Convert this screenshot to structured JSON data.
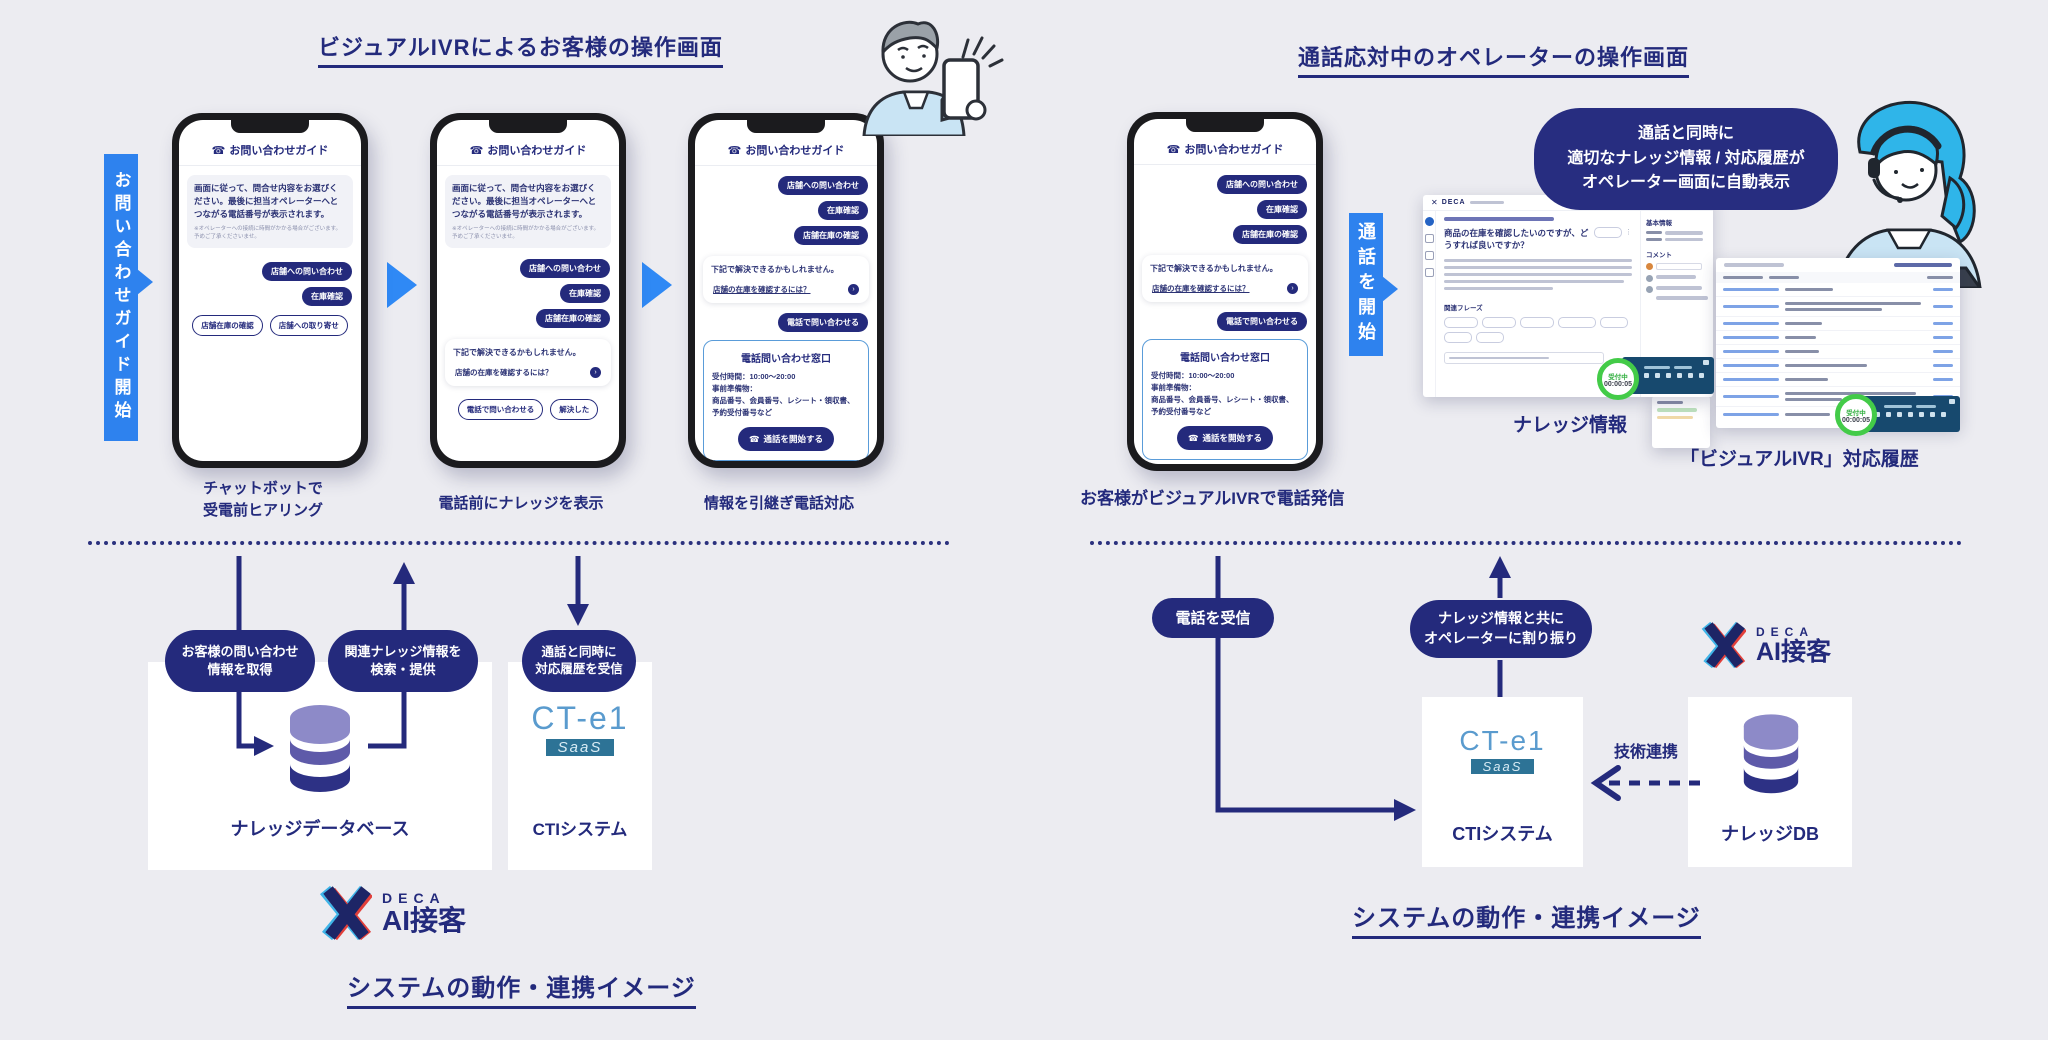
{
  "colors": {
    "navy": "#242a7c",
    "blue": "#2e82ee",
    "background": "#ececf1"
  },
  "left": {
    "title": "ビジュアルIVRによるお客様の操作画面",
    "start_banner": "お問い合わせガイド開始",
    "caption1a": "チャットボットで",
    "caption1b": "受電前ヒアリング",
    "caption2": "電話前にナレッジを表示",
    "caption3": "情報を引継ぎ電話対応",
    "pill1a": "お客様の問い合わせ",
    "pill1b": "情報を取得",
    "pill2a": "関連ナレッジ情報を",
    "pill2b": "検索・提供",
    "pill3a": "通話と同時に",
    "pill3b": "対応履歴を受信",
    "db_label": "ナレッジデータベース",
    "cti_label": "CTIシステム",
    "sys_title": "システムの動作・連携イメージ"
  },
  "right": {
    "title": "通話応対中のオペレーターの操作画面",
    "callout1": "通話と同時に",
    "callout2": "適切なナレッジ情報 / 対応履歴が",
    "callout3": "オペレーター画面に自動表示",
    "call_banner": "通話を開始",
    "phone_caption": "お客様がビジュアルIVRで電話発信",
    "knowledge_label": "ナレッジ情報",
    "history_label": "「ビジュアルIVR」対応履歴",
    "pill_receive": "電話を受信",
    "pill_assign1": "ナレッジ情報と共に",
    "pill_assign2": "オペレーターに割り振り",
    "tech_link": "技術連携",
    "cti_label": "CTIシステム",
    "db_label": "ナレッジDB",
    "sys_title": "システムの動作・連携イメージ"
  },
  "chat": {
    "header": "お問い合わせガイド",
    "intro": "画面に従って、問合せ内容をお選びください。最後に担当オペレーターへとつながる電話番号が表示されます。",
    "intro_note": "※オペレーターへの接続に時間がかかる場合がございます。予めご了承くださいませ。",
    "pill_store_inquiry": "店舗への問い合わせ",
    "pill_stock": "在庫確認",
    "pill_store_stock": "店舗在庫の確認",
    "pill_backorder": "店舗への取り寄せ",
    "suggest": "下記で解決できるかもしれません。",
    "faq_link": "店舗の在庫を確認するには？",
    "pill_phone": "電話で問い合わせる",
    "pill_resolved": "解決した",
    "card_title": "電話問い合わせ窓口",
    "card_hours": "受付時間：10:00〜20:00",
    "card_prep": "事前準備物：",
    "card_items": "商品番号、会員番号、レシート・領収書、予約受付番号など",
    "card_button": "通話を開始する"
  },
  "screens": {
    "app_name": "DECA",
    "question": "商品の在庫を確認したいのですが、どうすれば良いですか？",
    "related": "関連フレーズ",
    "basic_info": "基本情報",
    "comments": "コメント",
    "timer_status": "受付中",
    "timer_value": "00:00:05"
  },
  "brand": {
    "deca": "DECA",
    "ai": "AI接客",
    "cti_name": "CT-e1",
    "cti_saas": "SaaS"
  }
}
